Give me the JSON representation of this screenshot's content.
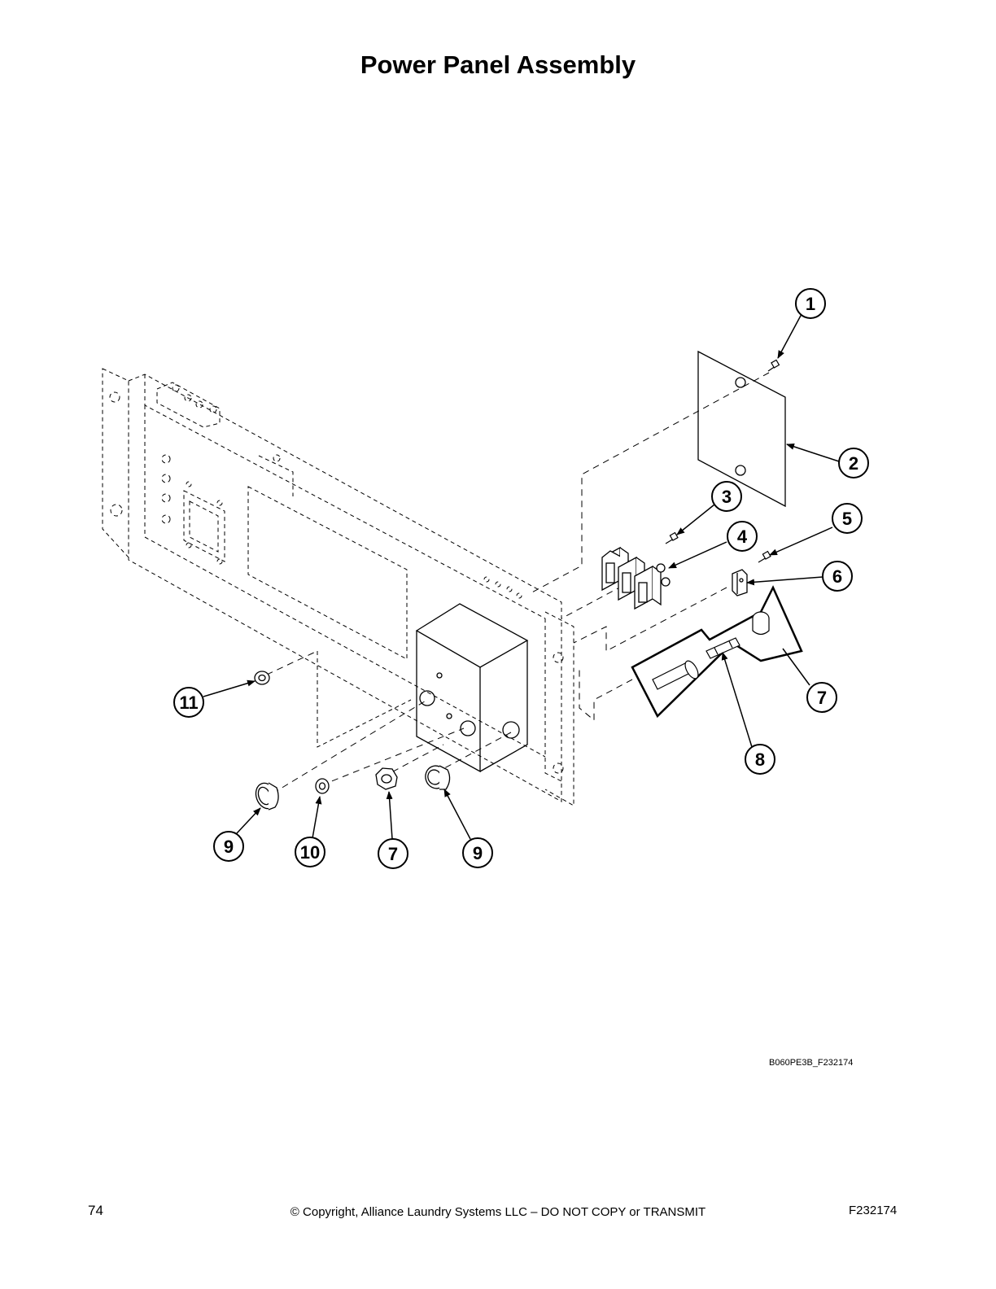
{
  "page": {
    "title": "Power Panel Assembly",
    "figure_code": "B060PE3B_F232174",
    "page_number": "74",
    "copyright": "© Copyright, Alliance Laundry Systems LLC – DO NOT COPY or TRANSMIT",
    "document_id": "F232174"
  },
  "callouts": [
    {
      "id": "c1",
      "label": "1"
    },
    {
      "id": "c2",
      "label": "2"
    },
    {
      "id": "c3",
      "label": "3"
    },
    {
      "id": "c4",
      "label": "4"
    },
    {
      "id": "c5",
      "label": "5"
    },
    {
      "id": "c6",
      "label": "6"
    },
    {
      "id": "c7a",
      "label": "7"
    },
    {
      "id": "c8",
      "label": "8"
    },
    {
      "id": "c11",
      "label": "11"
    },
    {
      "id": "c9a",
      "label": "9"
    },
    {
      "id": "c10",
      "label": "10"
    },
    {
      "id": "c7b",
      "label": "7"
    },
    {
      "id": "c9b",
      "label": "9"
    }
  ]
}
